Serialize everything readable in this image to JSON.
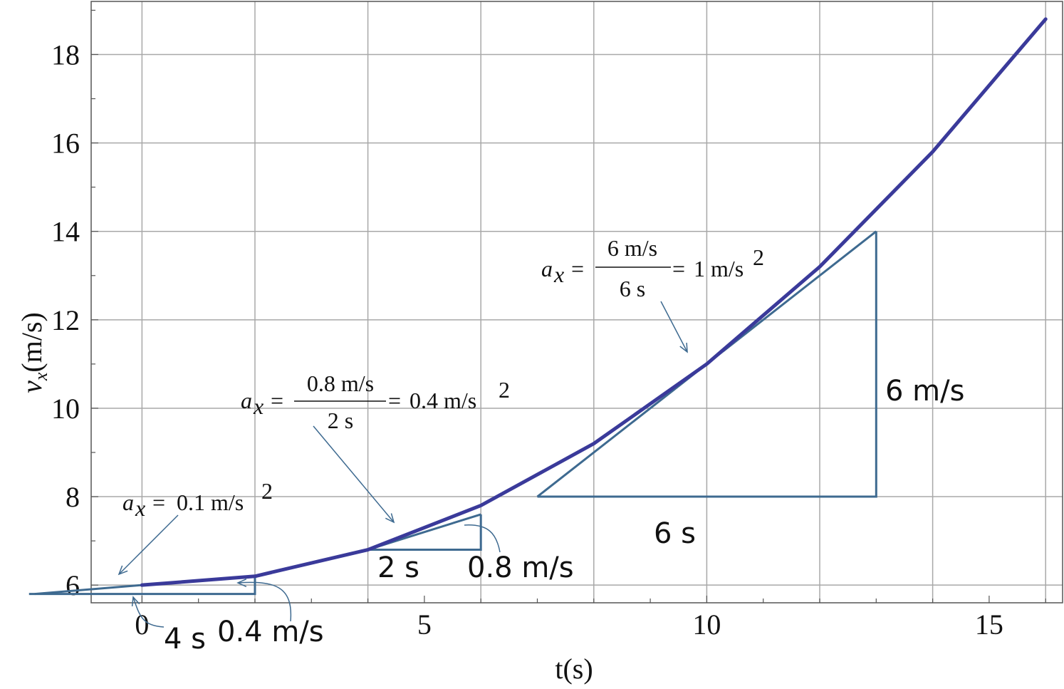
{
  "chart_data": {
    "type": "line",
    "xlabel": "t(s)",
    "ylabel_main": "v",
    "ylabel_sub": "x",
    "ylabel_unit": "(m/s)",
    "xlim": [
      -0.9,
      16.3
    ],
    "ylim": [
      5.6,
      19.2
    ],
    "x_ticks": [
      0,
      5,
      10,
      15
    ],
    "y_ticks": [
      6,
      8,
      10,
      12,
      14,
      16,
      18
    ],
    "x_grid": [
      0,
      2,
      4,
      6,
      8,
      10,
      12,
      14,
      16
    ],
    "y_grid": [
      6,
      8,
      10,
      12,
      14,
      16,
      18
    ],
    "grid": true,
    "colors": {
      "curve": "#3a3a9a",
      "annotation": "#3e6a90",
      "grid": "#a8a8a8"
    },
    "series": [
      {
        "x": [
          0,
          2,
          4,
          6,
          8,
          10,
          12,
          14,
          16
        ],
        "y": [
          6.0,
          6.2,
          6.8,
          7.8,
          9.2,
          11.0,
          13.2,
          15.8,
          18.8
        ]
      }
    ],
    "tangent_lines": [
      {
        "x": [
          -1.9,
          0,
          2
        ],
        "y": [
          5.8,
          6.0,
          6.2
        ]
      },
      {
        "x": [
          4,
          6
        ],
        "y": [
          6.8,
          7.6
        ]
      },
      {
        "x": [
          7,
          10,
          13
        ],
        "y": [
          8.0,
          11.0,
          14.0
        ]
      }
    ],
    "slope_triangles": [
      {
        "corner": [
          2,
          5.8
        ],
        "run": 4,
        "rise": 0.4
      },
      {
        "corner": [
          6,
          6.8
        ],
        "run": 2,
        "rise": 0.8
      },
      {
        "corner": [
          13,
          8.0
        ],
        "run": 6,
        "rise": 6
      }
    ],
    "annotations": {
      "run_4s": "4 s",
      "rise_04": "0.4 m/s",
      "run_2s": "2 s",
      "rise_08": "0.8 m/s",
      "run_6s": "6 s",
      "rise_6": "6 m/s",
      "formula1": {
        "lhs_a": "a",
        "lhs_sub": "x",
        "eq": "=",
        "value": "0.1 m/s",
        "exp": "2"
      },
      "formula2": {
        "lhs_a": "a",
        "lhs_sub": "x",
        "eq": "=",
        "num": "0.8 m/s",
        "den": "2 s",
        "eq2": "=",
        "value": "0.4 m/s",
        "exp": "2"
      },
      "formula3": {
        "lhs_a": "a",
        "lhs_sub": "x",
        "eq": "=",
        "num": "6 m/s",
        "den": "6 s",
        "eq2": "=",
        "value": "1 m/s",
        "exp": "2"
      }
    }
  }
}
